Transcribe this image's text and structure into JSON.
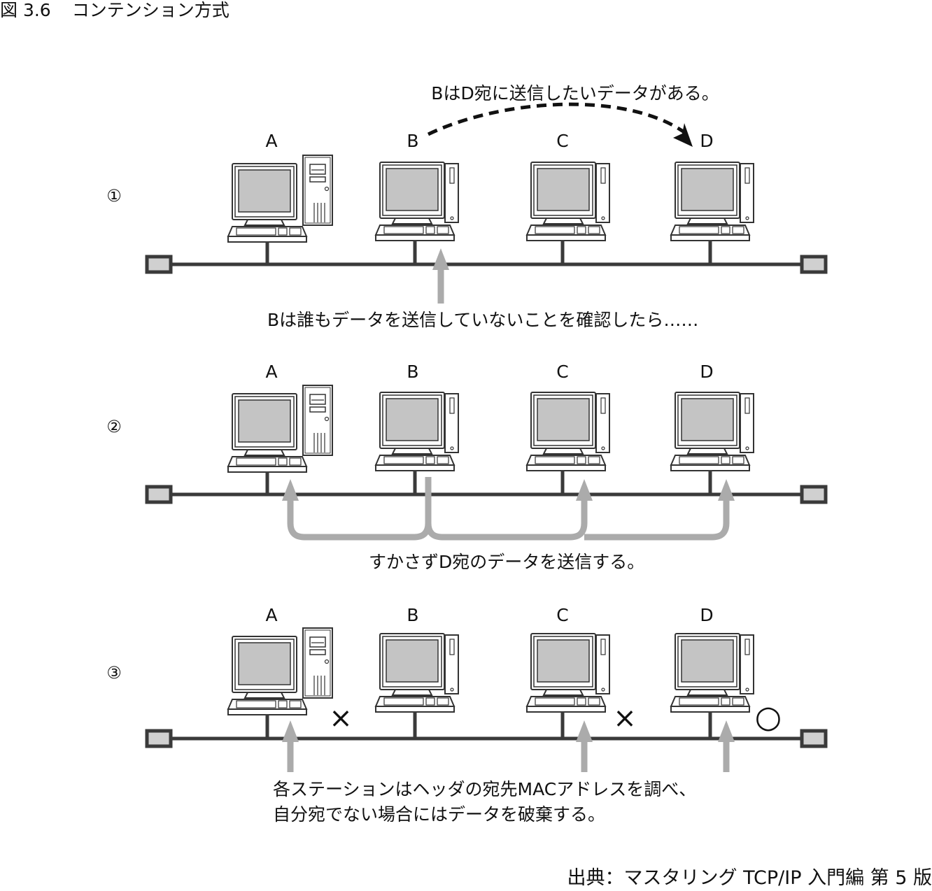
{
  "figure": {
    "number": "図 3.6",
    "title": "コンテンション方式"
  },
  "source": "出典：マスタリング TCP/IP 入門編 第 5 版",
  "nodes": [
    "A",
    "B",
    "C",
    "D"
  ],
  "steps": [
    {
      "marker": "①",
      "captions": [
        "BはD宛に送信したいデータがある。",
        "Bは誰もデータを送信していないことを確認したら……"
      ]
    },
    {
      "marker": "②",
      "captions": [
        "すかさずD宛のデータを送信する。"
      ]
    },
    {
      "marker": "③",
      "captions": [
        "各ステーションはヘッダの宛先MACアドレスを調べ、",
        "自分宛でない場合にはデータを破棄する。"
      ],
      "results": [
        {
          "node": "A",
          "symbol": "×"
        },
        {
          "node": "C",
          "symbol": "×"
        },
        {
          "node": "D",
          "symbol": "○"
        }
      ]
    }
  ],
  "colors": {
    "line": "#3a3a3a",
    "arrow": "#ababab",
    "screen": "#c4c4c4",
    "terminator": "#d0d0d0"
  },
  "icons": {
    "node_A": "desktop-computer-with-tower-icon",
    "node_other": "desktop-computer-icon",
    "terminator": "bus-terminator-icon"
  }
}
